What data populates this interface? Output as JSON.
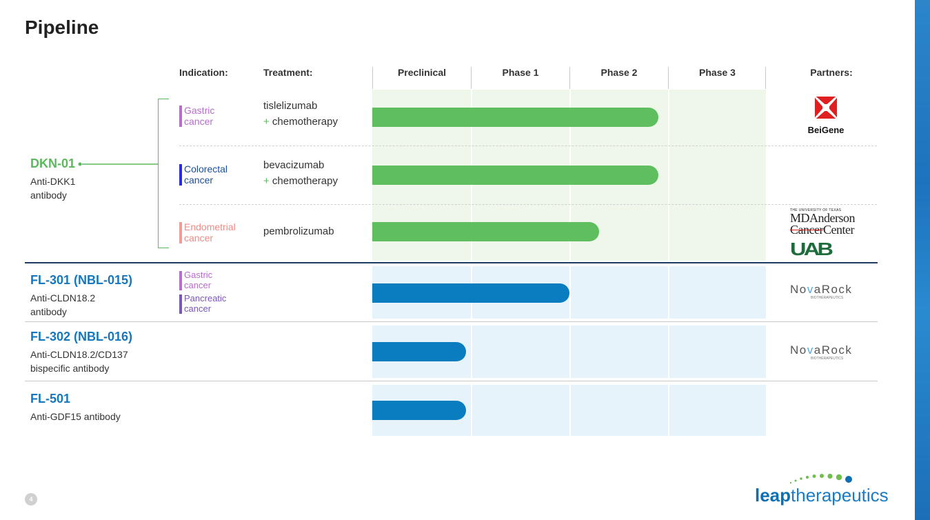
{
  "title": "Pipeline",
  "headers": {
    "indication": "Indication:",
    "treatment": "Treatment:",
    "phases": [
      "Preclinical",
      "Phase 1",
      "Phase 2",
      "Phase 3"
    ],
    "partners": "Partners:"
  },
  "colors": {
    "green_bar": "#5fbf5f",
    "blue_bar": "#0a7dc1",
    "green_bg": "#eef7ea",
    "blue_bg": "#e6f3fa",
    "gastric": "#b86ccf",
    "colorectal": "#2a2ae0",
    "endometrial": "#f19a96",
    "pancreatic": "#7a56b8"
  },
  "dkn01": {
    "name": "DKN-01",
    "desc_line1": "Anti-DKK1",
    "desc_line2": "antibody",
    "rows": [
      {
        "indication_line1": "Gastric",
        "indication_line2": "cancer",
        "treatment_line1": "tislelizumab",
        "treatment_plus": "+",
        "treatment_line2": " chemotherapy",
        "progress_phase": 2.9,
        "partner": "BeiGene"
      },
      {
        "indication_line1": "Colorectal",
        "indication_line2": "cancer",
        "treatment_line1": "bevacizumab",
        "treatment_plus": "+",
        "treatment_line2": " chemotherapy",
        "progress_phase": 2.9
      },
      {
        "indication_line1": "Endometrial",
        "indication_line2": "cancer",
        "treatment_line1": "pembrolizumab",
        "progress_phase": 2.3,
        "partner_small": "THE UNIVERSITY OF TEXAS",
        "partner_line1": "MDAnderson",
        "partner_strike": "Cancer",
        "partner_line2": "Center",
        "partner2": "UAB"
      }
    ]
  },
  "others": [
    {
      "name": "FL-301 (NBL-015)",
      "desc_line1": "Anti-CLDN18.2",
      "desc_line2": "antibody",
      "ind1_line1": "Gastric",
      "ind1_line2": "cancer",
      "ind2_line1": "Pancreatic",
      "ind2_line2": "cancer",
      "progress_phase": 2.0,
      "partner_a": "No",
      "partner_v": "v",
      "partner_b": "aRock",
      "partner_sub": "BIOTHERAPEUTICS"
    },
    {
      "name": "FL-302 (NBL-016)",
      "desc_line1": "Anti-CLDN18.2/CD137",
      "desc_line2": "bispecific antibody",
      "progress_phase": 0.95,
      "partner_a": "No",
      "partner_v": "v",
      "partner_b": "aRock",
      "partner_sub": "BIOTHERAPEUTICS"
    },
    {
      "name": "FL-501",
      "desc_line1": "Anti-GDF15 antibody",
      "progress_phase": 0.95
    }
  ],
  "page_number": "4",
  "logo": {
    "bold": "leap",
    "rest": "therapeutics"
  }
}
